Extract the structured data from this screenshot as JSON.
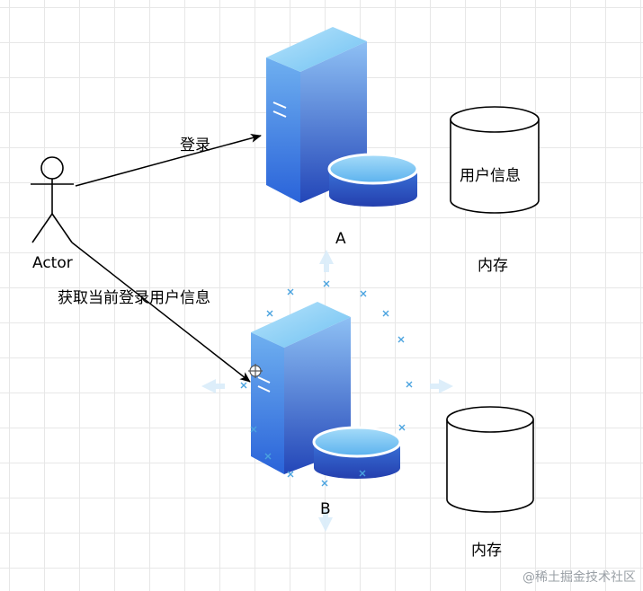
{
  "diagram": {
    "actor_label": "Actor",
    "edge_login_label": "登录",
    "edge_get_user_label": "获取当前登录用户信息",
    "server_a_label": "A",
    "server_b_label": "B",
    "db_a_label": "用户信息",
    "memory_a_label": "内存",
    "memory_b_label": "内存"
  },
  "watermark": "@稀土掘金技术社区",
  "colors": {
    "server_light": "#8fd3f7",
    "server_dark": "#2c55c4",
    "selection_handle": "#4aa3df"
  }
}
